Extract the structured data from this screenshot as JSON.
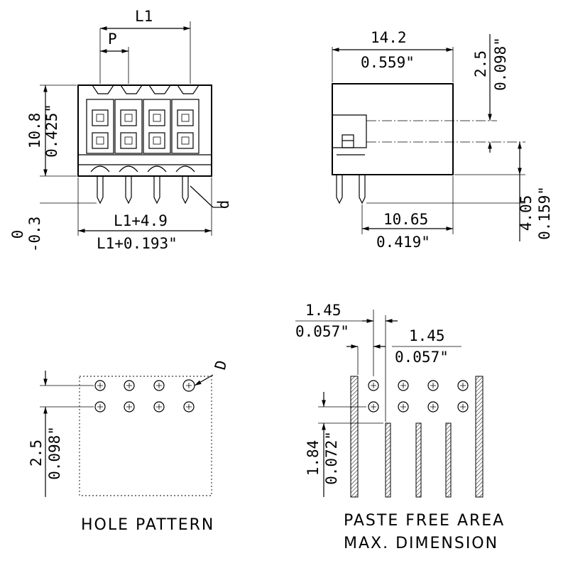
{
  "labels": {
    "l1": "L1",
    "pitch": "P",
    "height_mm": "10.8",
    "height_in": "0.425\"",
    "tol_upper": "0",
    "tol_lower": "-0.3",
    "total_mm": "L1+4.9",
    "total_in": "L1+0.193\"",
    "pin_d": "d",
    "depth_mm": "14.2",
    "depth_in": "0.559\"",
    "row_mm": "2.5",
    "row_in": "0.098\"",
    "pin_len_mm": "4.05",
    "pin_len_in": "0.159\"",
    "offset_mm": "10.65",
    "offset_in": "0.419\"",
    "hole_d": "D",
    "hole_row_mm": "2.5",
    "hole_row_in": "0.098\"",
    "paste_a_mm": "1.45",
    "paste_a_in": "0.057\"",
    "paste_b_mm": "1.45",
    "paste_b_in": "0.057\"",
    "paste_c_mm": "1.84",
    "paste_c_in": "0.072\""
  },
  "captions": {
    "hole_pattern": "HOLE PATTERN",
    "paste_line1": "PASTE FREE AREA",
    "paste_line2": "MAX. DIMENSION"
  }
}
